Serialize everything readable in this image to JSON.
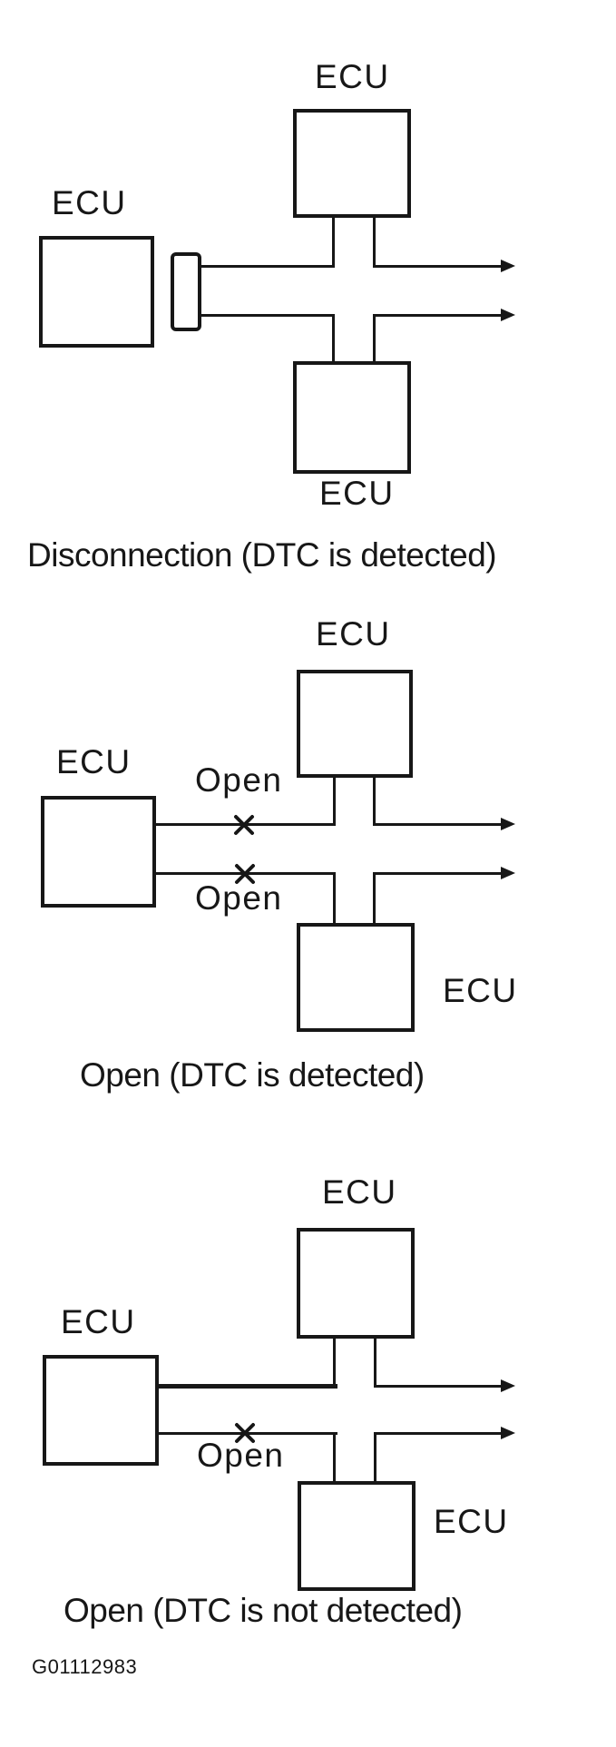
{
  "figure": {
    "ecu_label": "ECU",
    "open_label": "Open",
    "id_code": "G01112983",
    "diagrams": [
      {
        "key": "disconnection",
        "caption": "Disconnection (DTC is detected)"
      },
      {
        "key": "open-detected",
        "caption": "Open (DTC is detected)"
      },
      {
        "key": "open-not-detected",
        "caption": "Open (DTC is not detected)"
      }
    ]
  }
}
